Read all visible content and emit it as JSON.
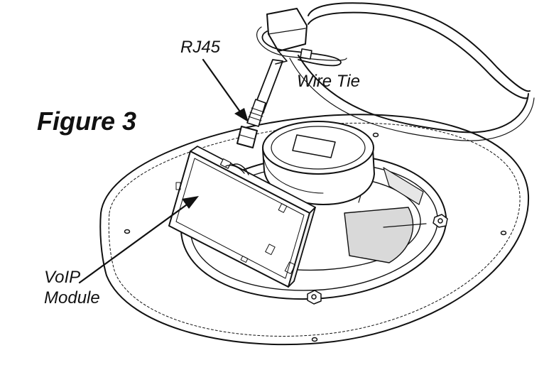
{
  "figure": {
    "title": "Figure 3"
  },
  "callouts": {
    "rj45": "RJ45",
    "wire_tie": "Wire Tie",
    "voip_line1": "VoIP",
    "voip_line2": "Module"
  },
  "colors": {
    "ink": "#111111",
    "background": "#ffffff",
    "shade": "#d9d9d9"
  }
}
